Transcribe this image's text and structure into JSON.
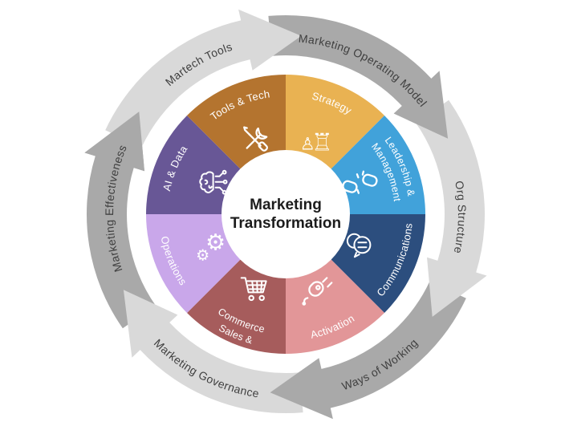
{
  "title": {
    "line1": "Marketing",
    "line2": "Transformation"
  },
  "center_text_color": "#1c1c1c",
  "outer_ring": {
    "items": [
      {
        "label": "Martech Tools",
        "tone": "light"
      },
      {
        "label": "Marketing Operating Model",
        "tone": "dark"
      },
      {
        "label": "Org Structure",
        "tone": "light"
      },
      {
        "label": "Ways of Working",
        "tone": "dark"
      },
      {
        "label": "Marketing Governance",
        "tone": "light"
      },
      {
        "label": "Marketing Effectiveness",
        "tone": "dark"
      }
    ],
    "colors": {
      "light": "#d9d9d9",
      "dark": "#a9a9a9",
      "label_text": "#3f3f3f"
    }
  },
  "wheel": {
    "label_text_color": "#ffffff",
    "segments": [
      {
        "label": "Strategy",
        "lines": [
          "Strategy"
        ],
        "color": "#e9b252",
        "icon": "chess-pieces-icon"
      },
      {
        "label": "Leadership & Management",
        "lines": [
          "Leadership &",
          "Management"
        ],
        "color": "#41a2da",
        "icon": "handshake-icon"
      },
      {
        "label": "Communications",
        "lines": [
          "Communications"
        ],
        "color": "#2c4e7e",
        "icon": "speech-bubbles-icon"
      },
      {
        "label": "Activation",
        "lines": [
          "Activation"
        ],
        "color": "#e29698",
        "icon": "power-plug-icon"
      },
      {
        "label": "Sales & Commerce",
        "lines": [
          "Sales &",
          "Commerce"
        ],
        "color": "#a65c5c",
        "icon": "shopping-cart-icon"
      },
      {
        "label": "Operations",
        "lines": [
          "Operations"
        ],
        "color": "#c9a7ea",
        "icon": "gears-icon"
      },
      {
        "label": "AI & Data",
        "lines": [
          "AI & Data"
        ],
        "color": "#685796",
        "icon": "brain-circuit-icon"
      },
      {
        "label": "Tools & Tech",
        "lines": [
          "Tools & Tech"
        ],
        "color": "#b4742f",
        "icon": "wrench-screwdriver-icon"
      }
    ]
  }
}
